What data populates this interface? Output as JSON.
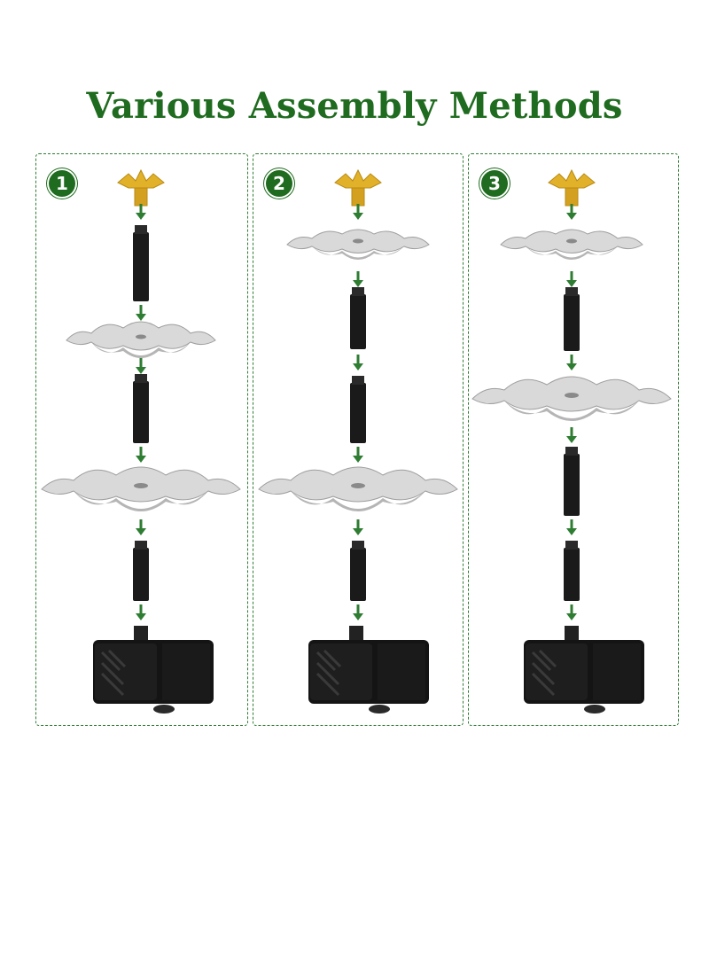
{
  "page": {
    "title": "Various Assembly Methods"
  },
  "panels": [
    {
      "number": "1",
      "sequence": [
        "nozzle",
        "arrow",
        "tube",
        "arrow",
        "dish-medium",
        "arrow",
        "tube",
        "arrow",
        "dish-large",
        "arrow",
        "tube",
        "arrow",
        "pump"
      ]
    },
    {
      "number": "2",
      "sequence": [
        "nozzle",
        "arrow",
        "dish-small",
        "arrow",
        "tube",
        "arrow",
        "tube",
        "arrow",
        "dish-large",
        "arrow",
        "tube",
        "arrow",
        "pump"
      ]
    },
    {
      "number": "3",
      "sequence": [
        "nozzle",
        "arrow",
        "dish-small",
        "arrow",
        "tube",
        "arrow",
        "dish-large",
        "arrow",
        "tube",
        "arrow",
        "tube",
        "arrow",
        "pump"
      ]
    }
  ],
  "colors": {
    "title": "#1f6b1f",
    "border": "#2e7d32",
    "arrow": "#2e7d32",
    "nozzle": "#e2b12a",
    "dish": "#d9d9d9",
    "tube": "#1a1a1a",
    "pump": "#141414"
  }
}
